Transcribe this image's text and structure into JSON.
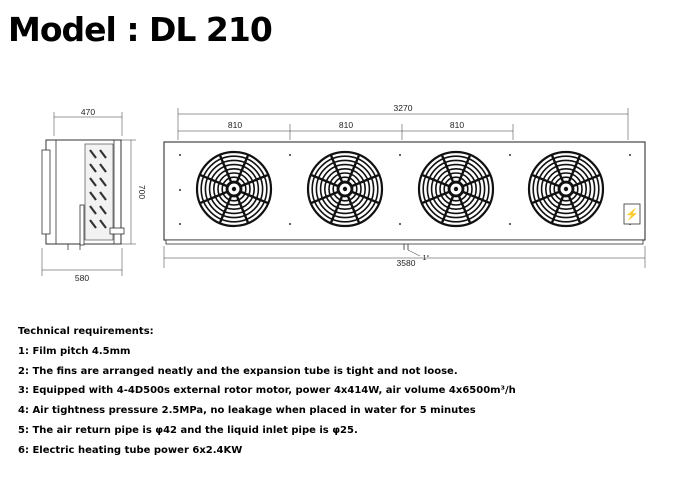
{
  "title": "Model : DL 210",
  "side_view": {
    "width_label": "470",
    "height_label": "700",
    "depth_label": "580"
  },
  "front_view": {
    "overall_label": "3270",
    "spacing_labels": [
      "810",
      "810",
      "810"
    ],
    "total_label": "3580",
    "slope_label": "1°",
    "fan_count": 4
  },
  "requirements": {
    "heading": "Technical requirements:",
    "items": [
      "1: Film pitch 4.5mm",
      "2: The fins are arranged neatly and the expansion tube is tight and not loose.",
      "3: Equipped with 4-4D500s external rotor motor, power 4x414W, air volume 4x6500m³/h",
      "4: Air tightness pressure 2.5MPa, no leakage when placed in water for 5 minutes",
      "5: The air return pipe is φ42 and the liquid inlet pipe is φ25.",
      "6: Electric heating tube power 6x2.4KW"
    ]
  }
}
